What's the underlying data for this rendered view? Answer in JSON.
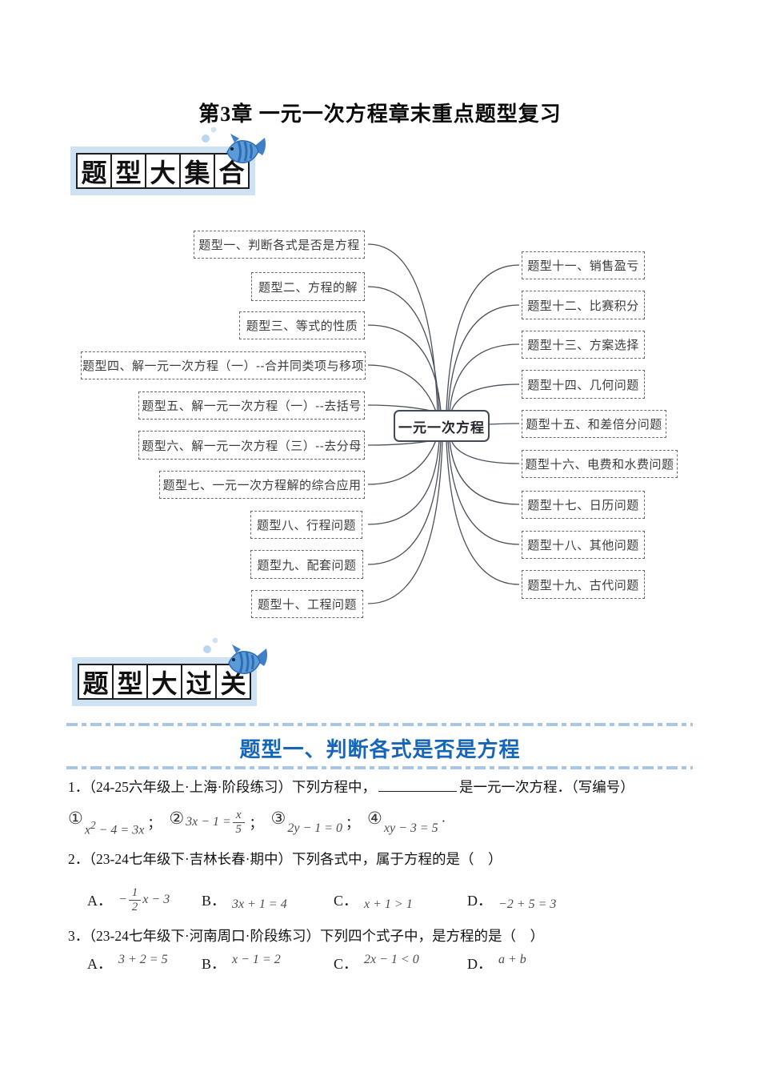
{
  "doc_title": "第3章 一元一次方程章末重点题型复习",
  "banner_collection": {
    "label": "题型大集合",
    "chars": [
      "题",
      "型",
      "大",
      "集",
      "合"
    ]
  },
  "banner_pass": {
    "label": "题型大过关",
    "chars": [
      "题",
      "型",
      "大",
      "过",
      "关"
    ]
  },
  "mindmap": {
    "center": "一元一次方程",
    "left_branches": [
      "题型一、判断各式是否是方程",
      "题型二、方程的解",
      "题型三、等式的性质",
      "题型四、解一元一次方程（一）--合并同类项与移项",
      "题型五、解一元一次方程（一）--去括号",
      "题型六、解一元一次方程（三）--去分母",
      "题型七、一元一次方程解的综合应用",
      "题型八、行程问题",
      "题型九、配套问题",
      "题型十、工程问题"
    ],
    "right_branches": [
      "题型十一、销售盈亏",
      "题型十二、比赛积分",
      "题型十三、方案选择",
      "题型十四、几何问题",
      "题型十五、和差倍分问题",
      "题型十六、电费和水费问题",
      "题型十七、日历问题",
      "题型十八、其他问题",
      "题型十九、古代问题"
    ]
  },
  "section_heading": "题型一、判断各式是否是方程",
  "q1": {
    "number": "1．",
    "text_before": "（24-25六年级上·上海·阶段练习）下列方程中，",
    "text_after": "是一元一次方程．（写编号）",
    "eq1_marker": "①",
    "eq1_base": "x",
    "eq1_sup": "2",
    "eq1_rest": " − 4 = 3x",
    "eq1_sep": "；",
    "eq2_marker": "②",
    "eq2_pre": "3x − 1 = ",
    "eq2_num": "x",
    "eq2_den": "5",
    "eq2_sep": "；",
    "eq3_marker": "③",
    "eq3_expr": "2y − 1 = 0",
    "eq3_sep": "；",
    "eq4_marker": "④",
    "eq4_expr": "xy − 3 = 5",
    "eq4_sep": "·"
  },
  "q2": {
    "number": "2．",
    "text": "（23-24七年级下·吉林长春·期中）下列各式中，属于方程的是（　）",
    "optA_label": "A．",
    "optA_minus": "−",
    "optA_num": "1",
    "optA_den": "2",
    "optA_rest": "x − 3",
    "optB_label": "B．",
    "optB_expr": "3x + 1 = 4",
    "optC_label": "C．",
    "optC_expr": "x + 1 > 1",
    "optD_label": "D．",
    "optD_expr": "−2 + 5 = 3"
  },
  "q3": {
    "number": "3．",
    "text": "（23-24七年级下·河南周口·阶段练习）下列四个式子中，是方程的是（　）",
    "optA_label": "A．",
    "optA_expr": "3 + 2 = 5",
    "optB_label": "B．",
    "optB_expr": "x − 1 = 2",
    "optC_label": "C．",
    "optC_expr": "2x − 1 < 0",
    "optD_label": "D．",
    "optD_expr": "a + b"
  },
  "icons": {
    "fish": "fish-icon",
    "bubbles": "bubbles-icon"
  },
  "colors": {
    "heading_blue": "#1566b8",
    "divider_blue": "#a9c6e4",
    "banner_bg": "#cfe2f3",
    "fish_body": "#5a9bd8",
    "fish_stripe": "#2e6db4",
    "map_line": "#4a505c"
  }
}
